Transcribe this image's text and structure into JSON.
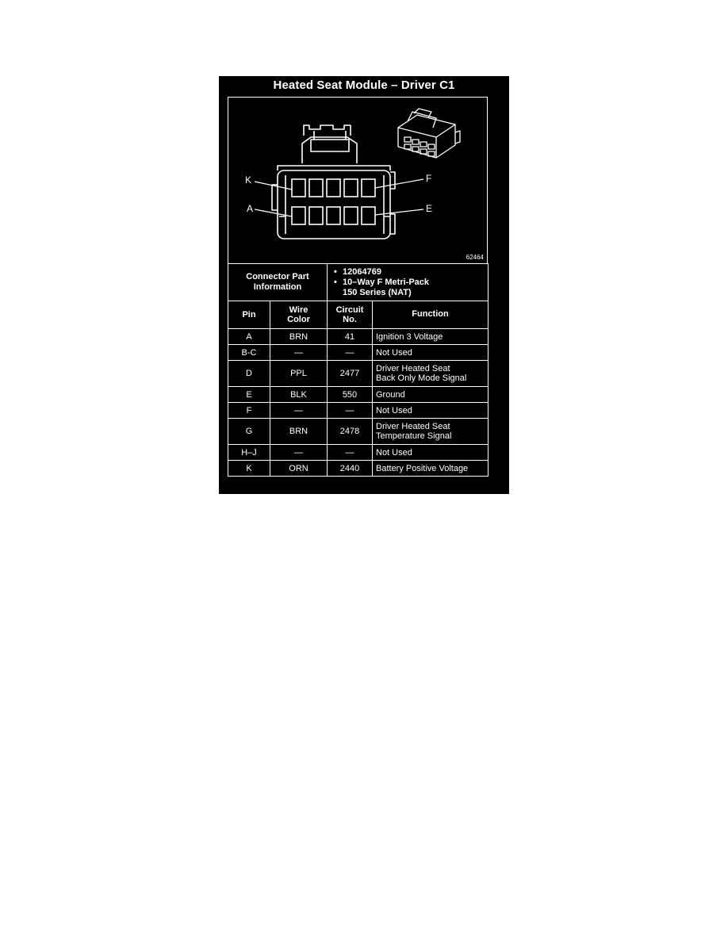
{
  "title": "Heated Seat Module – Driver C1",
  "figure": {
    "id": "62464",
    "pin_labels": {
      "k": "K",
      "f": "F",
      "a": "A",
      "e": "E"
    }
  },
  "connector_info": {
    "label_line1": "Connector Part",
    "label_line2": "Information",
    "bullet": "•",
    "part_number": "12064769",
    "description_line1": "10–Way F Metri-Pack",
    "description_line2": "150 Series (NAT)"
  },
  "table": {
    "headers": {
      "pin": "Pin",
      "wire_color_line1": "Wire",
      "wire_color_line2": "Color",
      "circuit_line1": "Circuit",
      "circuit_line2": "No.",
      "function": "Function"
    },
    "rows": [
      {
        "pin": "A",
        "wire": "BRN",
        "circuit": "41",
        "function_line1": "Ignition 3 Voltage",
        "function_line2": ""
      },
      {
        "pin": "B-C",
        "wire": "—",
        "circuit": "—",
        "function_line1": "Not Used",
        "function_line2": ""
      },
      {
        "pin": "D",
        "wire": "PPL",
        "circuit": "2477",
        "function_line1": "Driver Heated Seat",
        "function_line2": "Back Only Mode Signal"
      },
      {
        "pin": "E",
        "wire": "BLK",
        "circuit": "550",
        "function_line1": "Ground",
        "function_line2": ""
      },
      {
        "pin": "F",
        "wire": "—",
        "circuit": "—",
        "function_line1": "Not Used",
        "function_line2": ""
      },
      {
        "pin": "G",
        "wire": "BRN",
        "circuit": "2478",
        "function_line1": "Driver Heated Seat",
        "function_line2": "Temperature Signal"
      },
      {
        "pin": "H–J",
        "wire": "—",
        "circuit": "—",
        "function_line1": "Not Used",
        "function_line2": ""
      },
      {
        "pin": "K",
        "wire": "ORN",
        "circuit": "2440",
        "function_line1": "Battery Positive Voltage",
        "function_line2": ""
      }
    ]
  }
}
